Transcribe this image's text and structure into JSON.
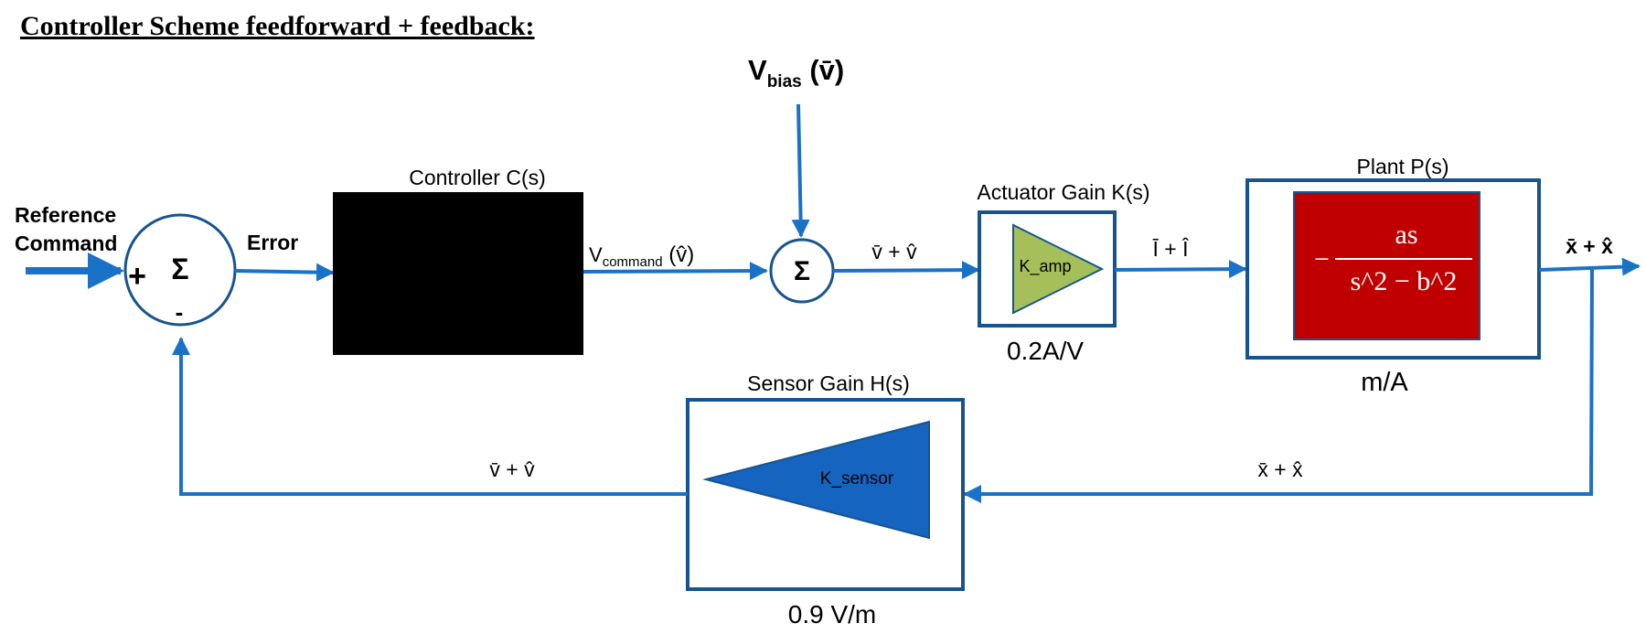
{
  "title": "Controller Scheme feedforward + feedback:",
  "colors": {
    "arrow": "#1a72c8",
    "block_border": "#17548e",
    "controller_fill": "#000000",
    "actuator_fill": "#a5c05a",
    "plant_fill": "#c00000",
    "sensor_fill": "#1565c0"
  },
  "input": {
    "line1": "Reference",
    "line2": "Command"
  },
  "summer1": {
    "symbol": "Σ",
    "plus": "+",
    "minus": "-"
  },
  "error_label": "Error",
  "controller": {
    "label": "Controller C(s)"
  },
  "vcommand": {
    "v": "V",
    "sub": "command",
    "rest": " (v̂)"
  },
  "bias": {
    "v": "V",
    "sub": "bias",
    "rest": " (v̄)"
  },
  "summer2": {
    "symbol": "Σ"
  },
  "sig_v": "v̄ + v̂",
  "actuator": {
    "label": "Actuator Gain K(s)",
    "inner": "K_amp",
    "gain": "0.2A/V"
  },
  "sig_i": "Ī + Î",
  "plant": {
    "label": "Plant P(s)",
    "minus": "−",
    "numerator": "as",
    "denominator": "s^2 − b^2",
    "units": "m/A"
  },
  "output_label": "x̄  + x̂",
  "feedback_x_label": "x̄  + x̂",
  "sensor": {
    "label": "Sensor Gain H(s)",
    "inner": "K_sensor",
    "gain": "0.9 V/m"
  },
  "feedback_v_label": "v̄ + v̂"
}
